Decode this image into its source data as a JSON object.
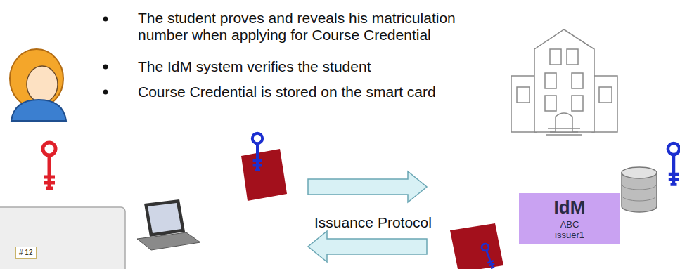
{
  "diagram": {
    "nodes": [
      {
        "text": [
          "# 12"
        ]
      },
      {
        "text": [
          "IdM",
          "ABC issuer1"
        ]
      }
    ],
    "labels": [
      "The student proves and reveals his matriculation number when applying for Course Credential",
      "The IdM system verifies the student",
      "Course Credential is stored on the smart card",
      "Issuance Protocol"
    ]
  }
}
